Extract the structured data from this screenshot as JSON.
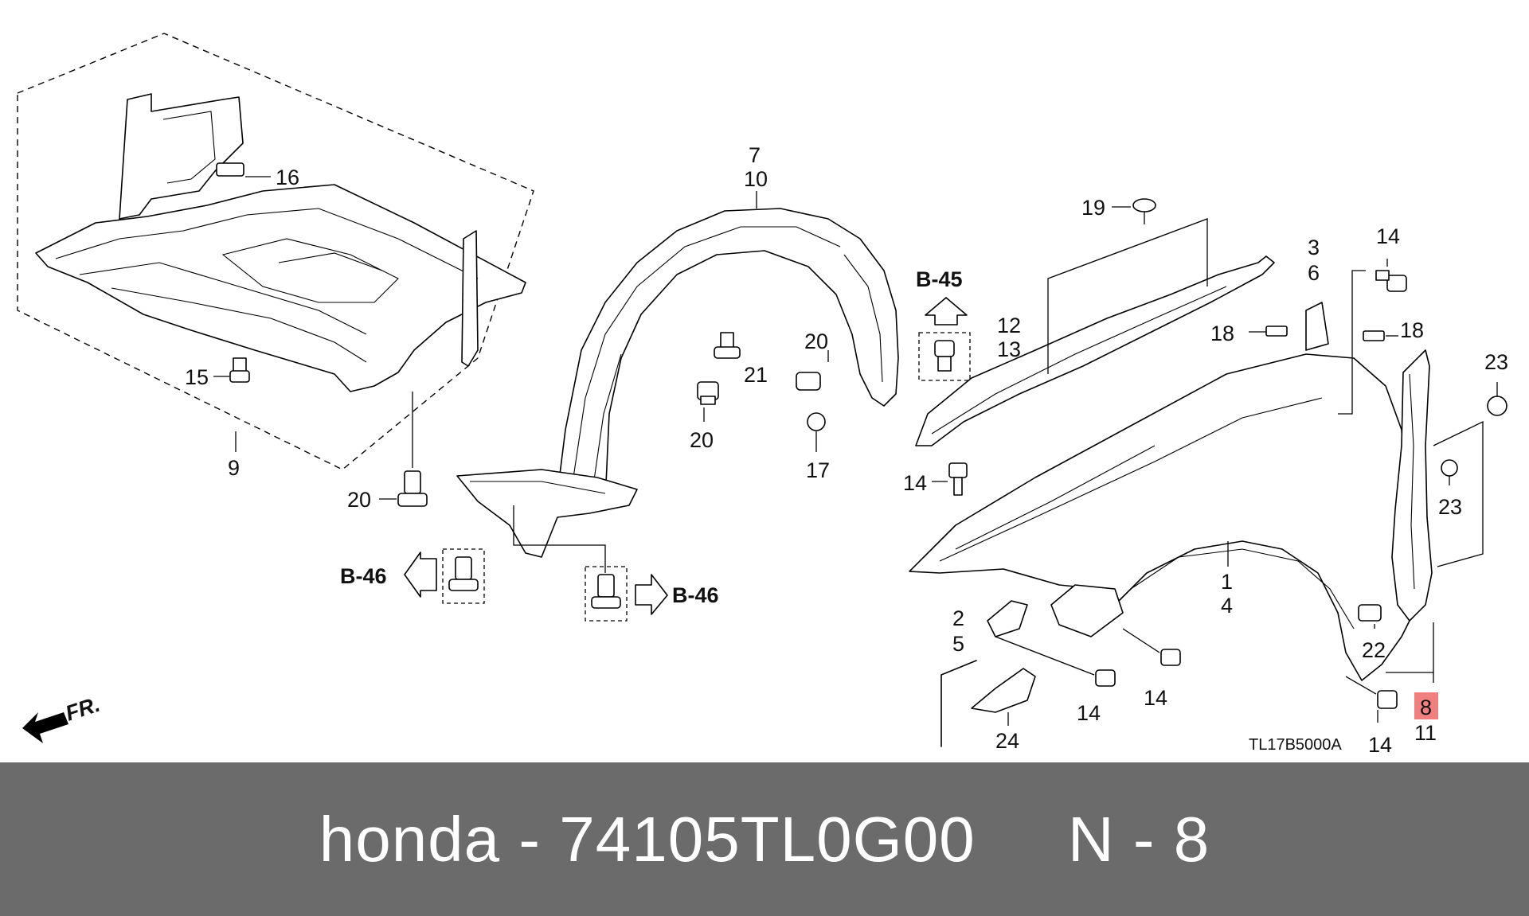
{
  "diagram": {
    "part_numbers": {
      "p1": "1",
      "p2": "2",
      "p3": "3",
      "p4": "4",
      "p5": "5",
      "p6": "6",
      "p7": "7",
      "p8": "8",
      "p9": "9",
      "p10": "10",
      "p11": "11",
      "p12": "12",
      "p13": "13",
      "p14a": "14",
      "p14b": "14",
      "p14c": "14",
      "p14d": "14",
      "p14e": "14",
      "p15": "15",
      "p16": "16",
      "p17": "17",
      "p18a": "18",
      "p18b": "18",
      "p19": "19",
      "p20a": "20",
      "p20b": "20",
      "p20c": "20",
      "p21": "21",
      "p22": "22",
      "p23a": "23",
      "p23b": "23",
      "p24": "24"
    },
    "highlighted_part": "8",
    "highlight_color": "#f08080",
    "references": {
      "b45": "B-45",
      "b46_left": "B-46",
      "b46_right": "B-46"
    },
    "front_indicator": "FR.",
    "diagram_code": "TL17B5000A"
  },
  "footer": {
    "text": "honda - 74105TL0G00     N - 8",
    "background": "#6b6b6b",
    "text_color": "#ffffff"
  }
}
